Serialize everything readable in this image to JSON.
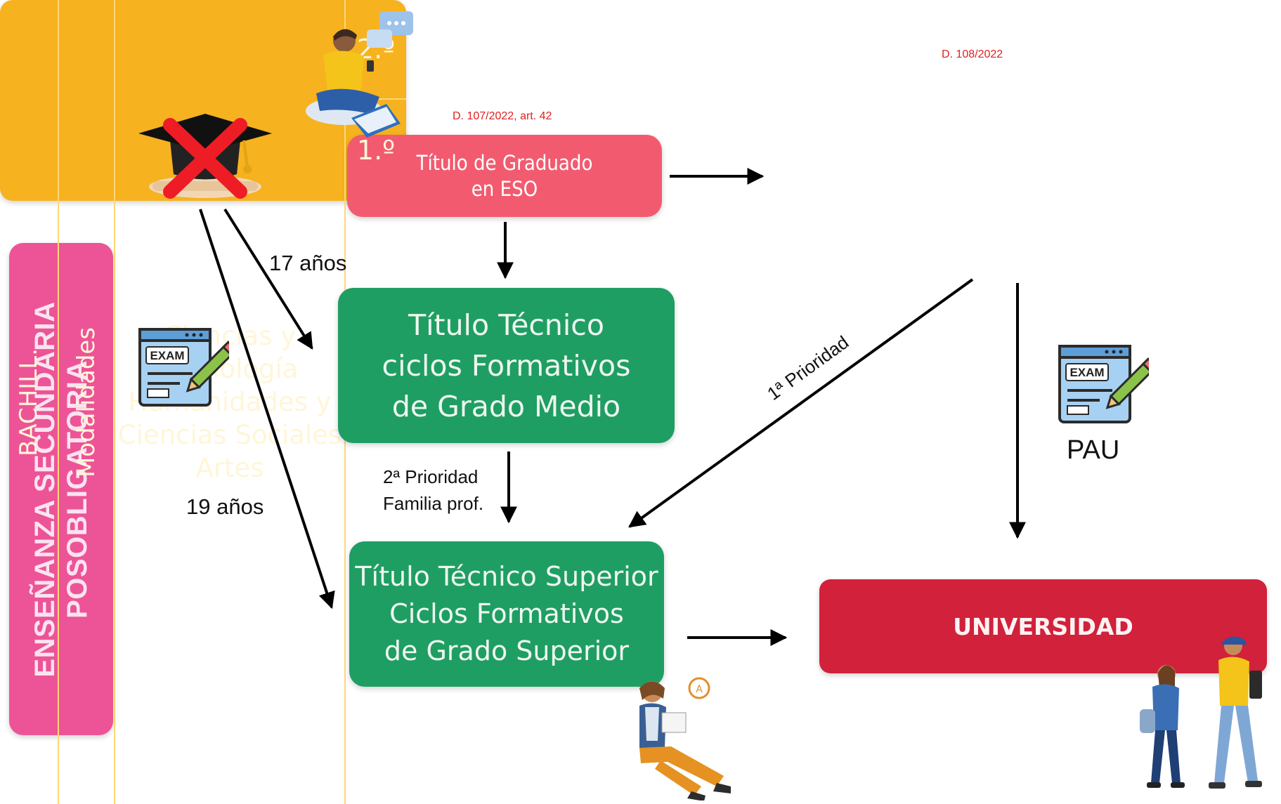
{
  "sidebar": {
    "line1": "ENSEÑANZA SECUNDARIA",
    "line2": "POSOBLIGATORIA",
    "color": "#ec5497"
  },
  "refs": {
    "eso_ref": "D. 107/2022, art. 42",
    "bach_ref": "D. 108/2022"
  },
  "eso": {
    "line1": "Título de Graduado",
    "line2": "en ESO"
  },
  "bachillerato": {
    "label": "BACHILL.",
    "modalidades_label": "Modalidades",
    "modalidades": [
      "Ciencias y",
      "Tecnología",
      "Humanidades y",
      "Ciencias Sociales",
      "Artes"
    ],
    "course_2": "2.º",
    "course_1": "1.º"
  },
  "grado_medio": {
    "line1": "Título Técnico",
    "line2": "ciclos Formativos",
    "line3": "de Grado Medio"
  },
  "grado_superior": {
    "line1": "Título Técnico Superior",
    "line2": "Ciclos Formativos",
    "line3": "de Grado Superior"
  },
  "universidad": {
    "label": "UNIVERSIDAD"
  },
  "labels": {
    "age17": "17 años",
    "age19": "19 años",
    "prio2_line1": "2ª Prioridad",
    "prio2_line2": "Familia prof.",
    "prio1": "1ª Prioridad",
    "pau": "PAU",
    "exam": "EXAM"
  },
  "icons": [
    "graduation-cap-crossed-icon",
    "exam-icon",
    "student-reading-illustration",
    "student-sitting-illustration",
    "students-walking-illustration"
  ]
}
